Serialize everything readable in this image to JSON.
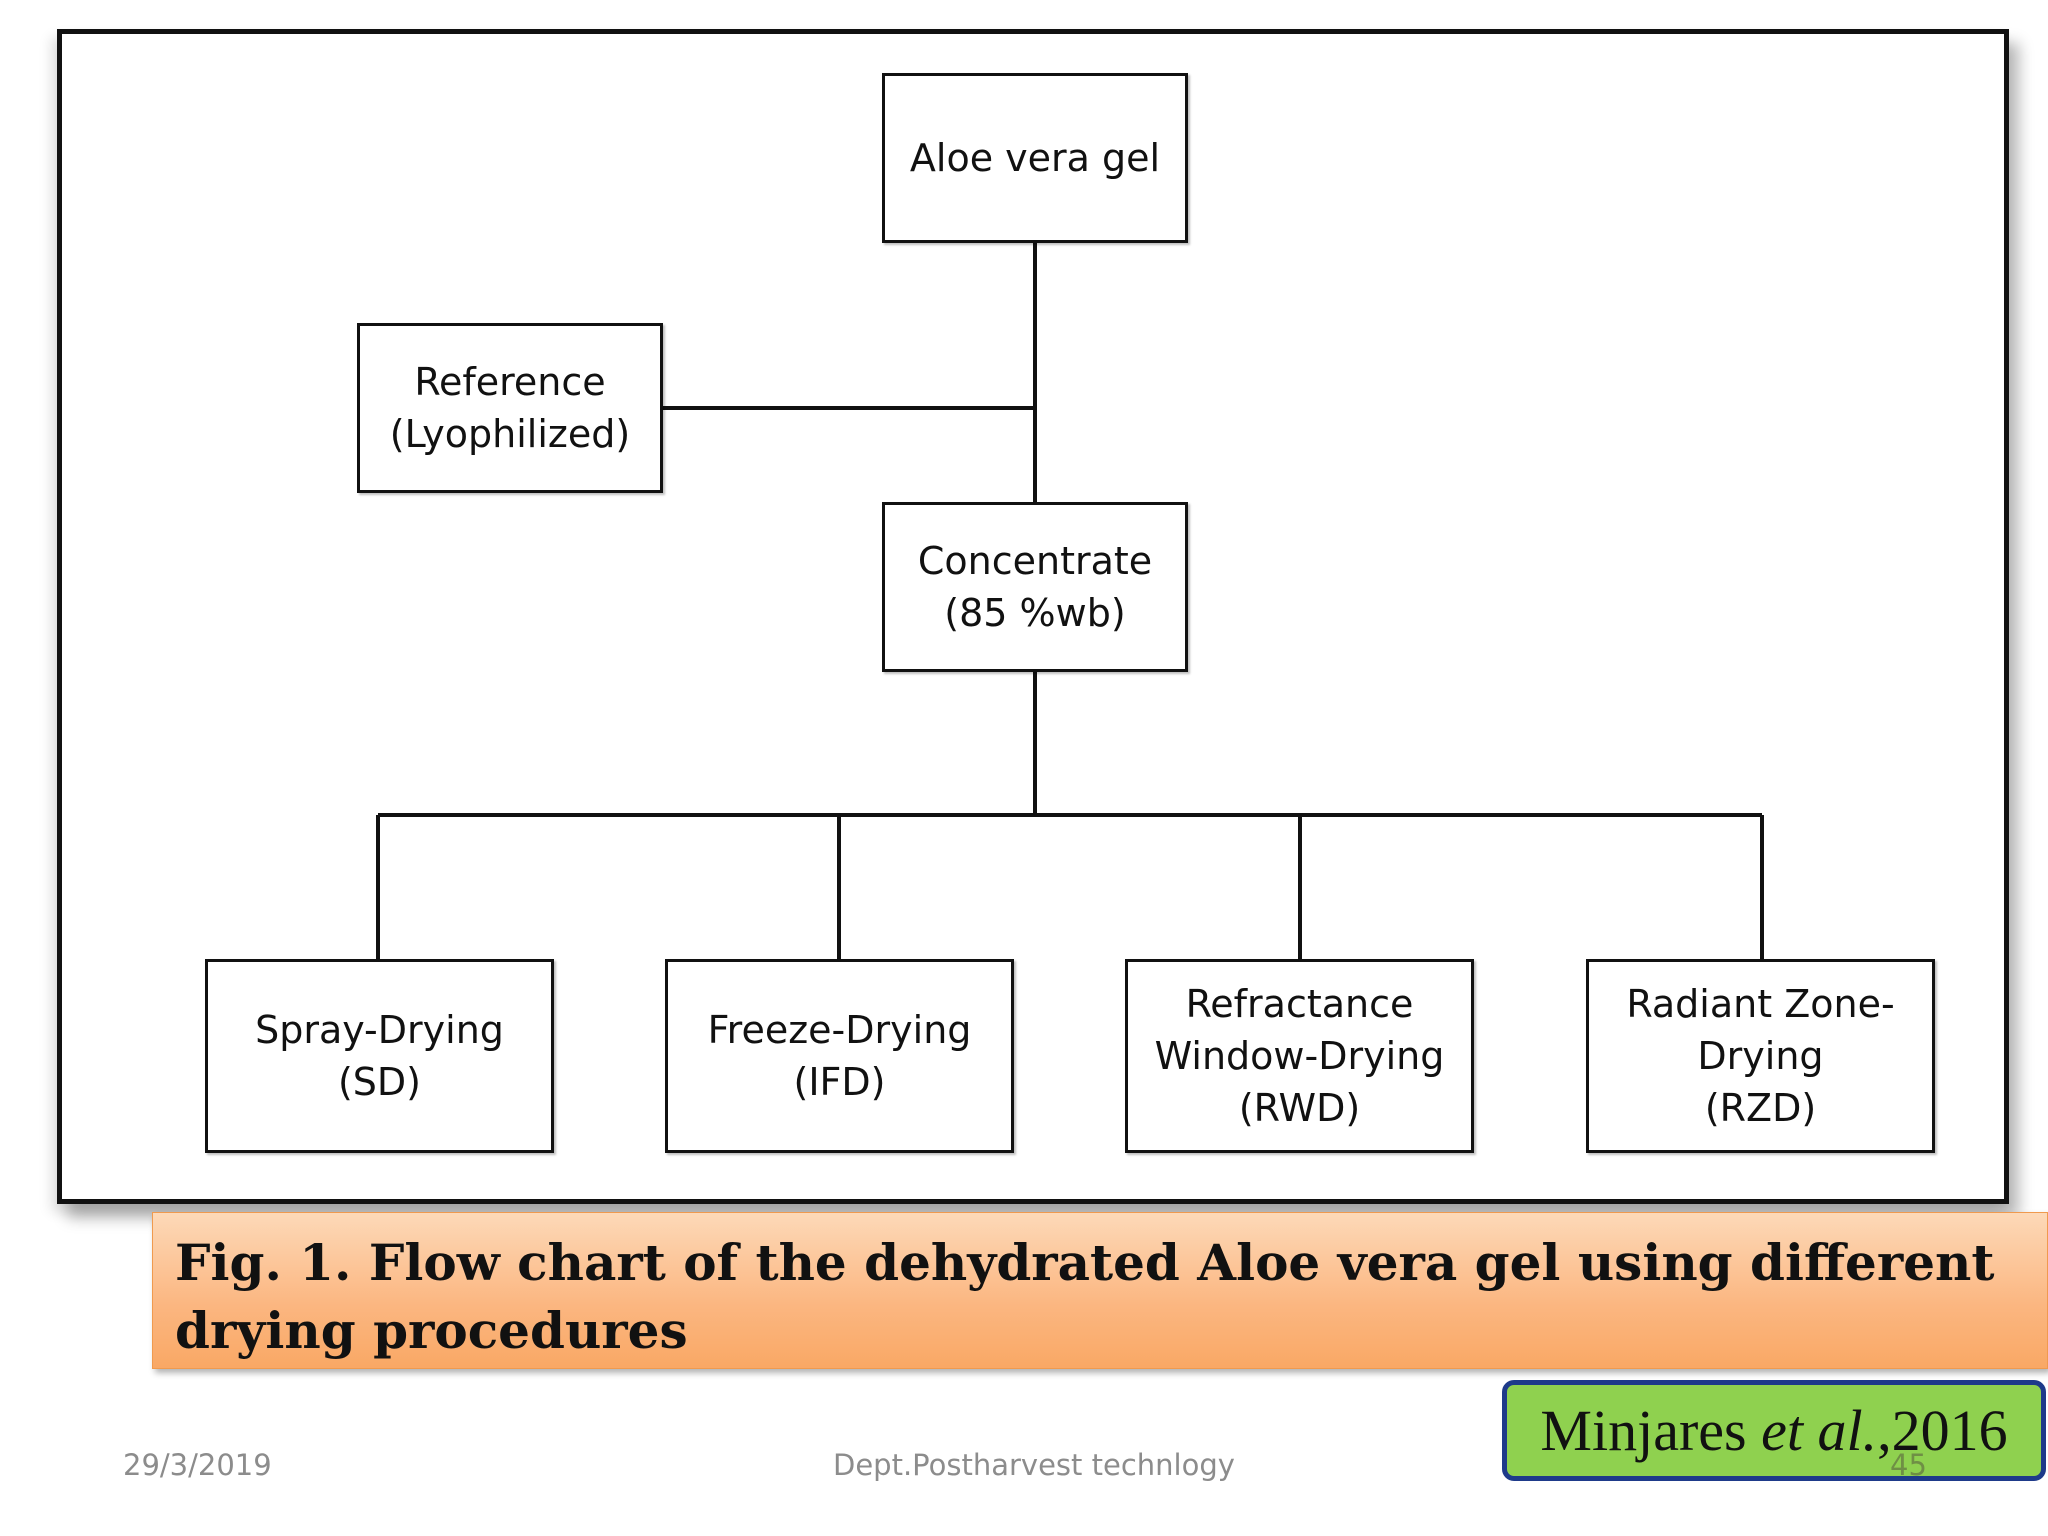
{
  "diagram": {
    "nodes": {
      "aloe": [
        "Aloe vera gel"
      ],
      "reference": [
        "Reference",
        "(Lyophilized)"
      ],
      "concentrate": [
        "Concentrate",
        "(85 %wb)"
      ],
      "sd": [
        "Spray-Drying",
        "(SD)"
      ],
      "ifd": [
        "Freeze-Drying",
        "(IFD)"
      ],
      "rwd": [
        "Refractance",
        "Window-Drying",
        "(RWD)"
      ],
      "rzd": [
        "Radiant Zone-",
        "Drying",
        "(RZD)"
      ]
    },
    "edges": [
      [
        "aloe",
        "concentrate"
      ],
      [
        "aloe",
        "reference"
      ],
      [
        "concentrate",
        "sd"
      ],
      [
        "concentrate",
        "ifd"
      ],
      [
        "concentrate",
        "rwd"
      ],
      [
        "concentrate",
        "rzd"
      ]
    ]
  },
  "caption": "Fig. 1. Flow chart of the dehydrated Aloe vera gel using different drying procedures",
  "citation": {
    "author": "Minjares",
    "etal": "et al.",
    "year": ",2016"
  },
  "footer": {
    "date": "29/3/2019",
    "dept": "Dept.Postharvest technlogy",
    "page": "45"
  },
  "colors": {
    "caption_bg": "#fbb680",
    "citation_bg": "#8fd14f",
    "citation_border": "#1e3a8a"
  }
}
